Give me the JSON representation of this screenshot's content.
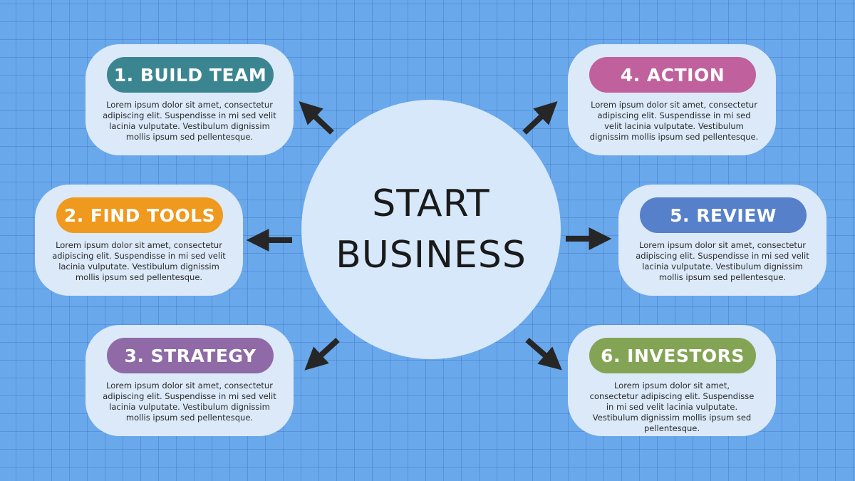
{
  "center": {
    "line1": "START",
    "line2": "BUSINESS"
  },
  "steps": [
    {
      "title": "1. BUILD TEAM",
      "color": "#3b8591",
      "text": "Lorem ipsum dolor sit amet, consectetur adipiscing elit. Suspendisse in mi sed velit lacinia vulputate. Vestibulum dignissim mollis ipsum sed pellentesque."
    },
    {
      "title": "2. FIND TOOLS",
      "color": "#f0991f",
      "text": "Lorem ipsum dolor sit amet, consectetur adipiscing elit. Suspendisse in mi sed velit lacinia vulputate. Vestibulum dignissim mollis ipsum sed pellentesque."
    },
    {
      "title": "3. STRATEGY",
      "color": "#8f6aa6",
      "text": "Lorem ipsum dolor sit amet, consectetur adipiscing elit. Suspendisse in mi sed velit lacinia vulputate. Vestibulum dignissim mollis ipsum sed pellentesque."
    },
    {
      "title": "4. ACTION",
      "color": "#c0609c",
      "text": "Lorem ipsum dolor sit amet, consectetur adipiscing elit. Suspendisse in mi sed velit lacinia vulputate. Vestibulum dignissim mollis ipsum sed pellentesque."
    },
    {
      "title": "5. REVIEW",
      "color": "#5680c9",
      "text": "Lorem ipsum dolor sit amet, consectetur adipiscing elit. Suspendisse in mi sed velit lacinia vulputate. Vestibulum dignissim mollis ipsum sed pellentesque."
    },
    {
      "title": "6. INVESTORS",
      "color": "#84a455",
      "text": "Lorem ipsum dolor sit amet, consectetur adipiscing elit. Suspendisse in mi sed velit lacinia vulputate. Vestibulum dignissim mollis ipsum sed pellentesque."
    }
  ],
  "colors": {
    "background": "#6aa8ec",
    "card": "#dbe9f9",
    "center_circle": "#d7e8fa",
    "arrow": "#262626"
  }
}
